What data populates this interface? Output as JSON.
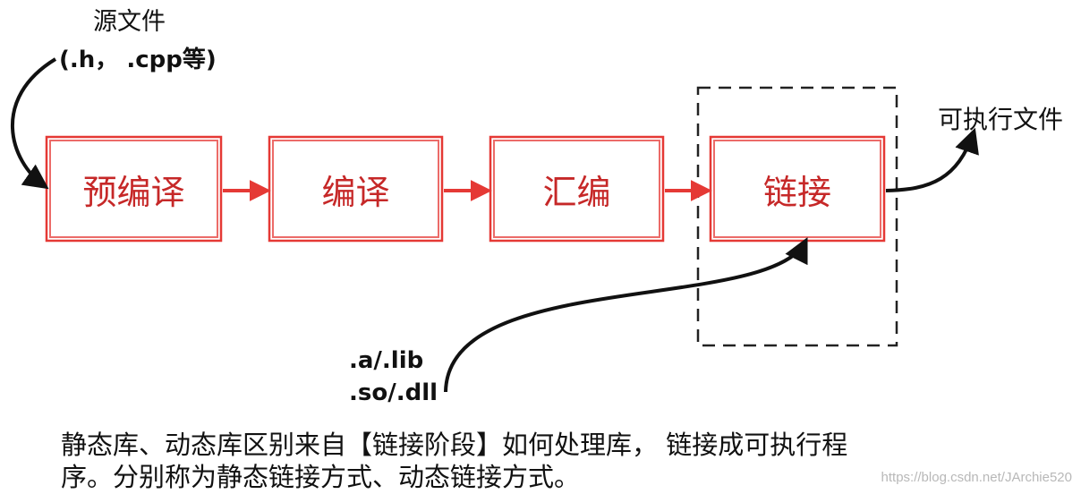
{
  "source": {
    "title": "源文件",
    "extensions": "(.h， .cpp等)"
  },
  "stages": [
    {
      "label": "预编译"
    },
    {
      "label": "编译"
    },
    {
      "label": "汇编"
    },
    {
      "label": "链接"
    }
  ],
  "output": {
    "label": "可执行文件"
  },
  "libraries": {
    "static": ".a/.lib",
    "dynamic": ".so/.dll"
  },
  "note": {
    "line1": "静态库、动态库区别来自【链接阶段】如何处理库， 链接成可执行程",
    "line2": "序。分别称为静态链接方式、动态链接方式。"
  },
  "watermark": "https://blog.csdn.net/JArchie520",
  "colors": {
    "stage_border": "#e53935",
    "stage_text": "#c62828",
    "arrow_red": "#e53935",
    "arrow_black": "#111111",
    "dashed_box": "#222222"
  }
}
